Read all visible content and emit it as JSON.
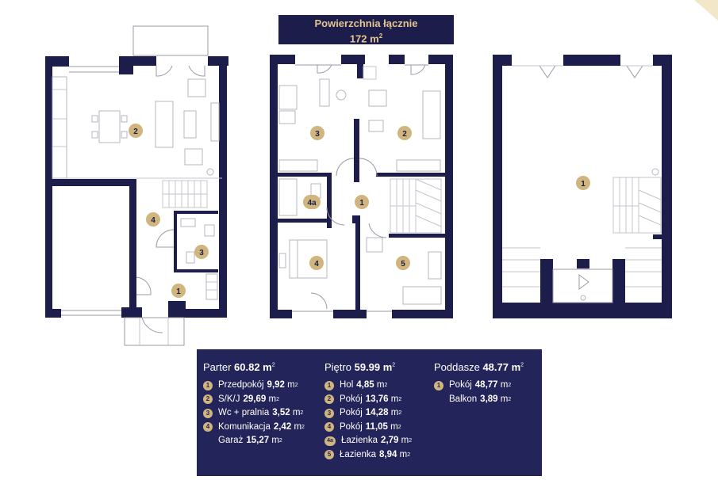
{
  "total": {
    "label": "Powierzchnia łącznie",
    "value": "172 m",
    "unit_sup": "2"
  },
  "plan_badges": {
    "ground": [
      "2",
      "4",
      "3",
      "1"
    ],
    "floor": [
      "3",
      "2",
      "4a",
      "1",
      "4",
      "5"
    ],
    "attic": [
      "1"
    ]
  },
  "legend": {
    "parter": {
      "title": "Parter",
      "area": "60.82 m",
      "sup": "2",
      "items": [
        {
          "badge": "1",
          "name": "Przedpokój",
          "area": "9,92",
          "unit": "m",
          "sup": "2"
        },
        {
          "badge": "2",
          "name": "S/K/J",
          "area": "29,69",
          "unit": "m",
          "sup": "2"
        },
        {
          "badge": "3",
          "name": "Wc + pralnia",
          "area": "3,52",
          "unit": "m",
          "sup": "2"
        },
        {
          "badge": "4",
          "name": "Komunikacja",
          "area": "2,42",
          "unit": "m",
          "sup": "2"
        },
        {
          "badge": "",
          "name": "Garaż",
          "area": "15,27",
          "unit": "m",
          "sup": "2"
        }
      ]
    },
    "pietro": {
      "title": "Piętro",
      "area": "59.99 m",
      "sup": "2",
      "items": [
        {
          "badge": "1",
          "name": "Hol",
          "area": "4,85",
          "unit": "m",
          "sup": "2"
        },
        {
          "badge": "2",
          "name": "Pokój",
          "area": "13,76",
          "unit": "m",
          "sup": "2"
        },
        {
          "badge": "3",
          "name": "Pokój",
          "area": "14,28",
          "unit": "m",
          "sup": "2"
        },
        {
          "badge": "4",
          "name": "Pokój",
          "area": "11,05",
          "unit": "m",
          "sup": "2"
        },
        {
          "badge": "4a",
          "name": "Łazienka",
          "area": "2,79",
          "unit": "m",
          "sup": "2"
        },
        {
          "badge": "5",
          "name": "Łazienka",
          "area": "8,94",
          "unit": "m",
          "sup": "2"
        }
      ]
    },
    "poddasze": {
      "title": "Poddasze",
      "area": "48.77 m",
      "sup": "2",
      "items": [
        {
          "badge": "1",
          "name": "Pokój",
          "area": "48,77",
          "unit": "m",
          "sup": "2"
        },
        {
          "badge": "",
          "name": "Balkon",
          "area": "3,89",
          "unit": "m",
          "sup": "2"
        }
      ]
    }
  },
  "colors": {
    "navy": "#1c1d4a",
    "legend_bg": "#232459",
    "gold": "#d1b57f",
    "gold_text": "#e3c58f"
  }
}
